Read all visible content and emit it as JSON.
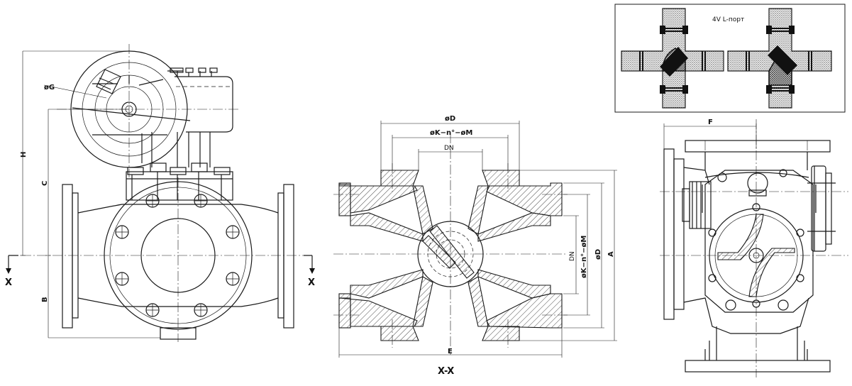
{
  "inset": {
    "title": "4V  L-порт"
  },
  "front_view": {
    "labels": {
      "H": "H",
      "C": "C",
      "B": "B",
      "phiG": "øG"
    },
    "section_marks": {
      "left": "X",
      "right": "X"
    }
  },
  "section_view": {
    "title": "X-X",
    "labels": {
      "phiD_top": "øD",
      "bolt_top": "øK−n°−øM",
      "DN_top": "DN",
      "E": "E",
      "DN_right": "DN",
      "bolt_right": "øK−n°−øM",
      "phiD_right": "øD",
      "A": "A"
    }
  },
  "side_view": {
    "labels": {
      "F": "F"
    }
  }
}
